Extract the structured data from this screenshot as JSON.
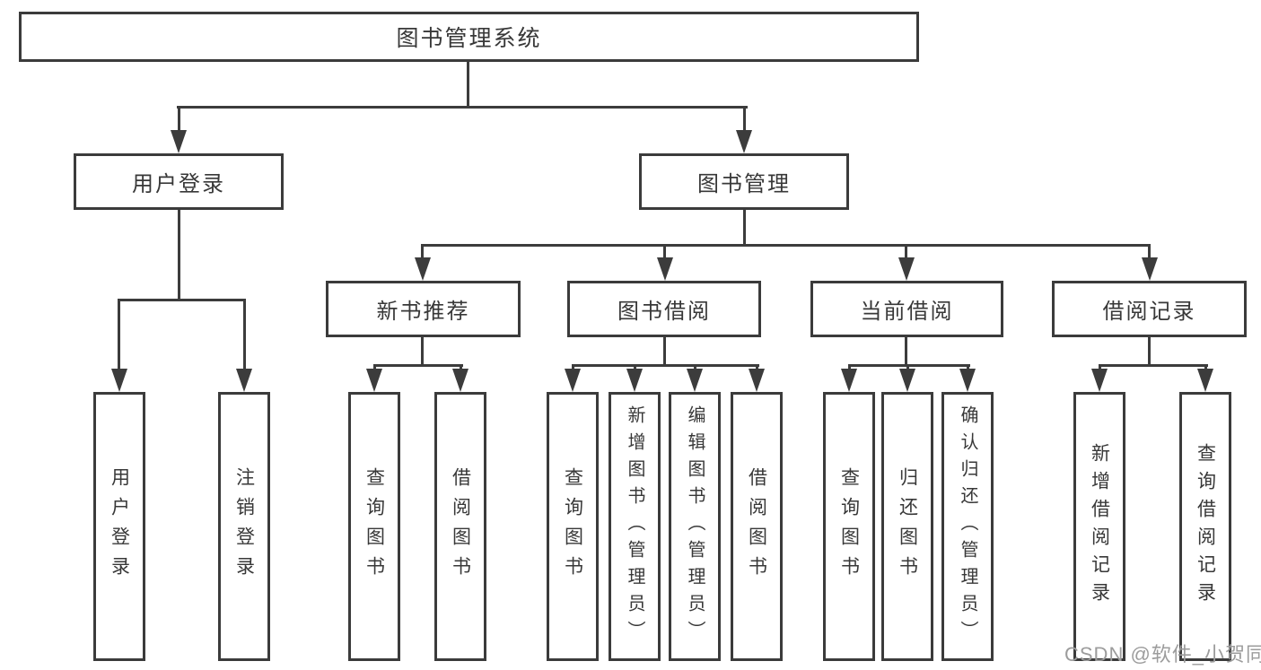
{
  "diagram_type": "hierarchy-tree",
  "tree": {
    "root": "图书管理系统",
    "children": [
      {
        "label": "用户登录",
        "children": [
          {
            "label": "用户登录"
          },
          {
            "label": "注销登录"
          }
        ]
      },
      {
        "label": "图书管理",
        "children": [
          {
            "label": "新书推荐",
            "children": [
              {
                "label": "查询图书"
              },
              {
                "label": "借阅图书"
              }
            ]
          },
          {
            "label": "图书借阅",
            "children": [
              {
                "label": "查询图书"
              },
              {
                "label": "新增图书（管理员）"
              },
              {
                "label": "编辑图书（管理员）"
              },
              {
                "label": "借阅图书"
              }
            ]
          },
          {
            "label": "当前借阅",
            "children": [
              {
                "label": "查询图书"
              },
              {
                "label": "归还图书"
              },
              {
                "label": "确认归还（管理员）"
              }
            ]
          },
          {
            "label": "借阅记录",
            "children": [
              {
                "label": "新增借阅记录"
              },
              {
                "label": "查询借阅记录"
              }
            ]
          }
        ]
      }
    ]
  },
  "watermark": "CSDN @软件_小贺同学",
  "colors": {
    "line": "#3c3c3c",
    "box_border": "#3b3b3b",
    "text": "#383838",
    "watermark": "#9c9c9c",
    "background": "#ffffff"
  }
}
